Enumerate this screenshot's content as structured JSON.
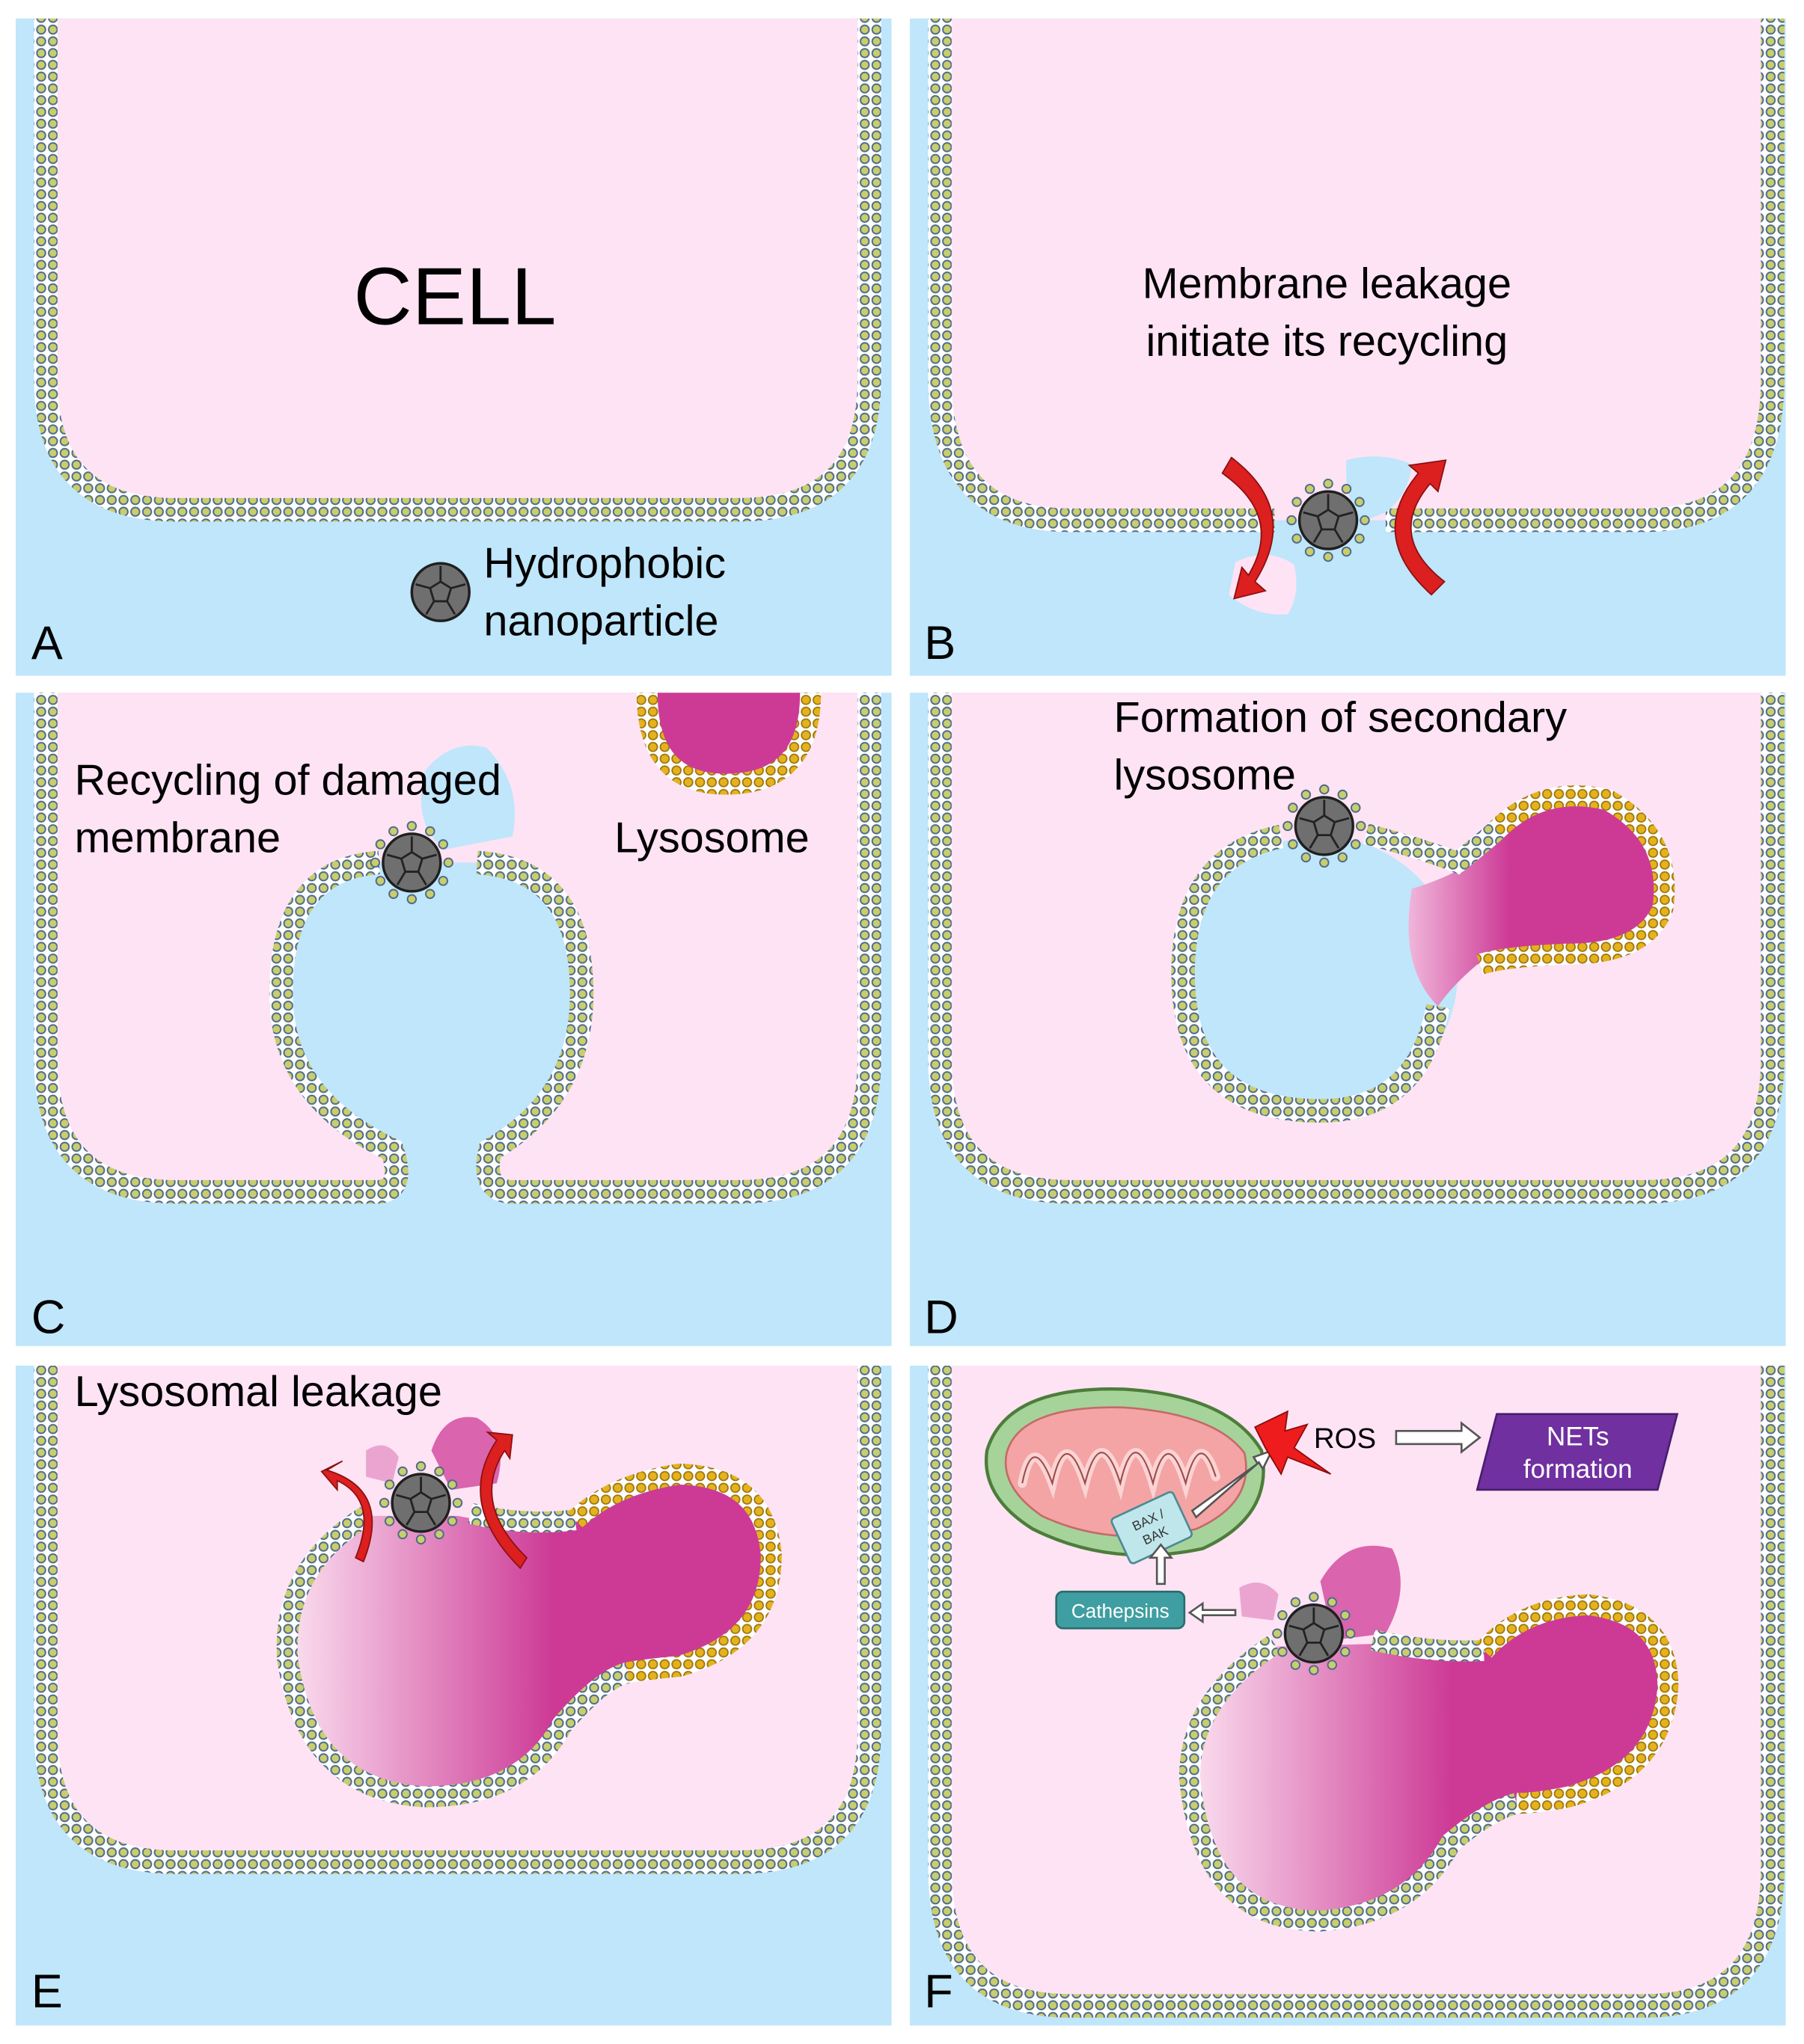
{
  "colors": {
    "cytoplasm": "#fde3f4",
    "extracellular": "#bfe6fb",
    "membrane_head": "#c9cd6c",
    "membrane_head_edge": "#4d6a8c",
    "lysosome": "#cd3a96",
    "lysosome_head": "#e6b21c",
    "arrow": "#dc1f1f",
    "nanoparticle": "#777777",
    "mito_outer": "#a6d39a",
    "mito_inner": "#f4a4a4",
    "cathepsin_box": "#3f9ea1",
    "bax_box": "#bfe6eb",
    "nets_box": "#7030a0"
  },
  "panels": [
    {
      "letter": "A",
      "texts": [
        "CELL",
        "Hydrophobic",
        "nanoparticle"
      ]
    },
    {
      "letter": "B",
      "texts": [
        "Membrane leakage",
        "initiate its recycling"
      ]
    },
    {
      "letter": "C",
      "texts": [
        "Recycling of damaged",
        "membrane",
        "Lysosome"
      ]
    },
    {
      "letter": "D",
      "texts": [
        "Formation of secondary",
        "lysosome"
      ]
    },
    {
      "letter": "E",
      "texts": [
        "Lysosomal leakage"
      ]
    },
    {
      "letter": "F",
      "texts": [
        "ROS",
        "NETs",
        "formation",
        "BAX /",
        "BAK",
        "Cathepsins"
      ]
    }
  ]
}
